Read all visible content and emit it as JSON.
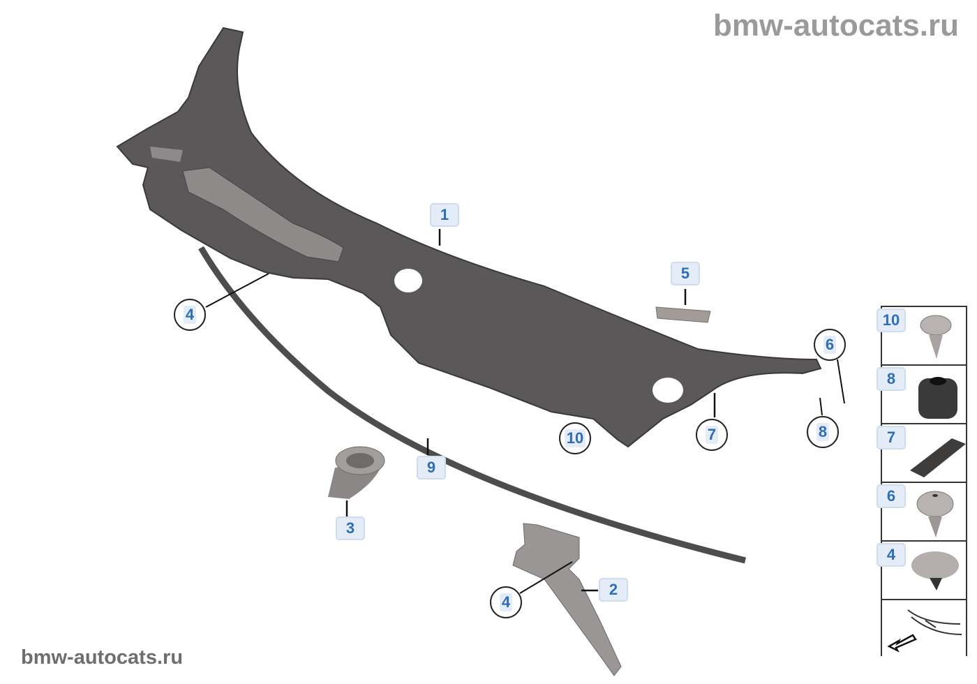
{
  "watermarks": {
    "top": "bmw-autocats.ru",
    "bottom": "bmw-autocats.ru"
  },
  "callouts": {
    "c1": "1",
    "c2": "2",
    "c3": "3",
    "c4a": "4",
    "c4b": "4",
    "c5": "5",
    "c6": "6",
    "c7": "7",
    "c8": "8",
    "c9": "9",
    "c10": "10"
  },
  "side_panel": {
    "items": [
      "10",
      "8",
      "7",
      "6",
      "4"
    ]
  },
  "colors": {
    "label_bg": "#e4ecf7",
    "label_text": "#2f6db5",
    "part": "#575556"
  }
}
